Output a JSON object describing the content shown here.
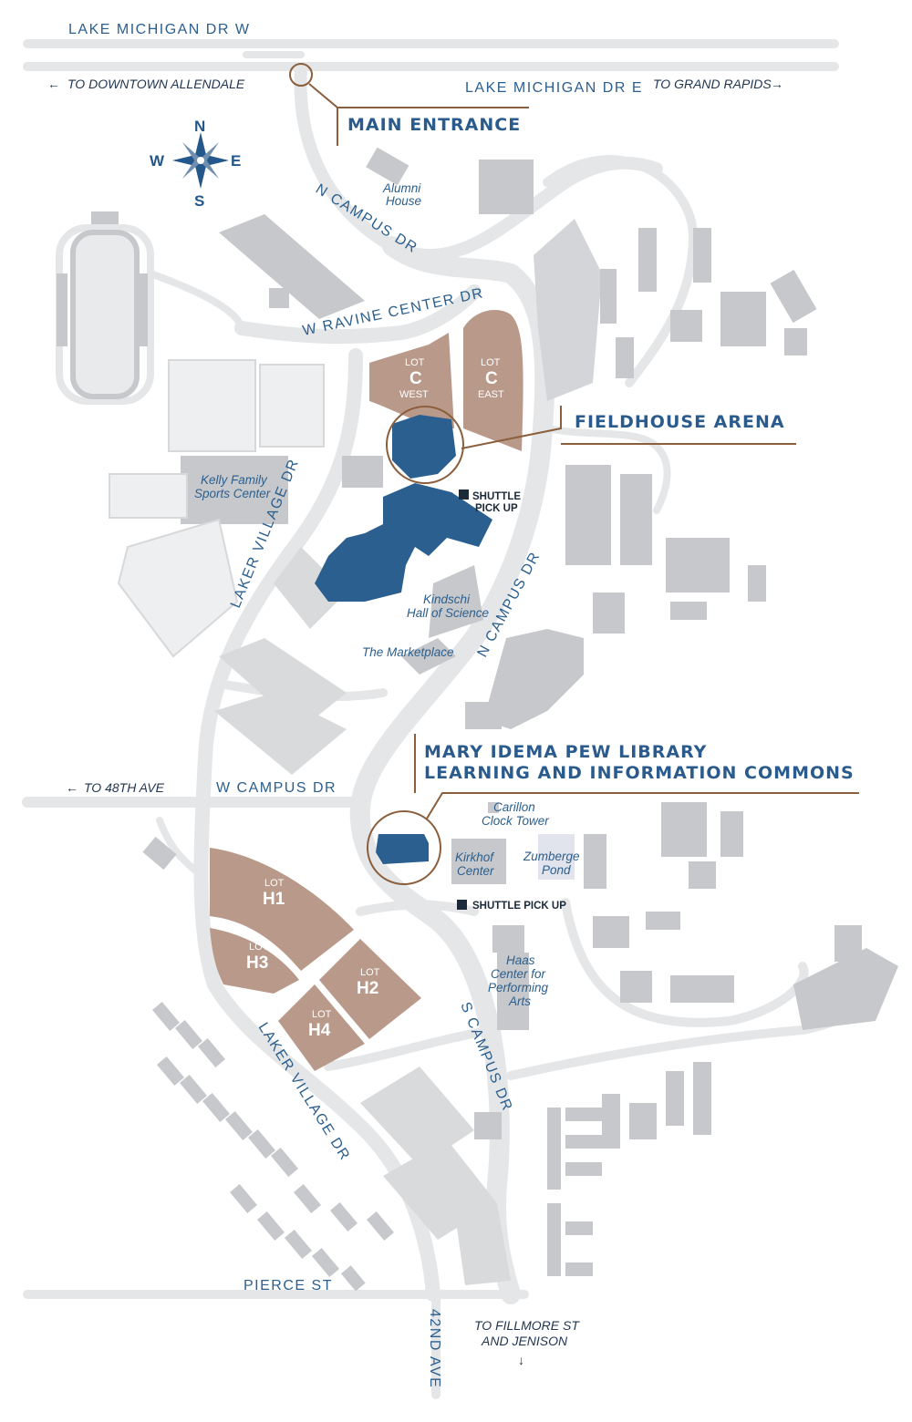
{
  "roads": {
    "lake_michigan_w": "LAKE MICHIGAN DR W",
    "lake_michigan_e": "LAKE MICHIGAN DR E",
    "n_campus_upper": "N CAMPUS DR",
    "w_ravine": "W RAVINE CENTER DR",
    "laker_village_upper": "LAKER VILLAGE DR",
    "n_campus_lower": "N CAMPUS DR",
    "w_campus": "W CAMPUS DR",
    "laker_village_lower": "LAKER VILLAGE DR",
    "s_campus": "S CAMPUS DR",
    "pierce": "PIERCE ST",
    "forty_second": "42ND AVE"
  },
  "directions": {
    "downtown": "TO DOWNTOWN ALLENDALE",
    "grand_rapids": "TO GRAND RAPIDS",
    "forty_eighth": "TO 48TH AVE",
    "fillmore_1": "TO FILLMORE ST",
    "fillmore_2": "AND JENISON"
  },
  "compass": {
    "n": "N",
    "s": "S",
    "e": "E",
    "w": "W"
  },
  "callouts": {
    "main_entrance": "MAIN ENTRANCE",
    "fieldhouse": "FIELDHOUSE ARENA",
    "library_1": "MARY IDEMA PEW LIBRARY",
    "library_2": "LEARNING AND INFORMATION COMMONS"
  },
  "buildings": {
    "alumni_1": "Alumni",
    "alumni_2": "House",
    "kelly_1": "Kelly Family",
    "kelly_2": "Sports Center",
    "kindschi_1": "Kindschi",
    "kindschi_2": "Hall of Science",
    "marketplace": "The Marketplace",
    "carillon_1": "Carillon",
    "carillon_2": "Clock Tower",
    "kirkhof_1": "Kirkhof",
    "kirkhof_2": "Center",
    "zumberge_1": "Zumberge",
    "zumberge_2": "Pond",
    "haas_1": "Haas",
    "haas_2": "Center for",
    "haas_3": "Performing",
    "haas_4": "Arts"
  },
  "shuttle": {
    "upper_1": "SHUTTLE",
    "upper_2": "PICK UP",
    "lower": "SHUTTLE PICK UP"
  },
  "lots": {
    "c_west": {
      "small": "LOT",
      "big": "C",
      "sub": "WEST"
    },
    "c_east": {
      "small": "LOT",
      "big": "C",
      "sub": "EAST"
    },
    "h1": {
      "small": "LOT",
      "big": "H1"
    },
    "h2": {
      "small": "LOT",
      "big": "H2"
    },
    "h3": {
      "small": "LOT",
      "big": "H3"
    },
    "h4": {
      "small": "LOT",
      "big": "H4"
    }
  },
  "colors": {
    "road": "#e6e8ea",
    "building": "#c7c9cc",
    "highlight": "#2a5f8f",
    "lot": "#b9998a",
    "callout_line": "#8b5e3c"
  }
}
